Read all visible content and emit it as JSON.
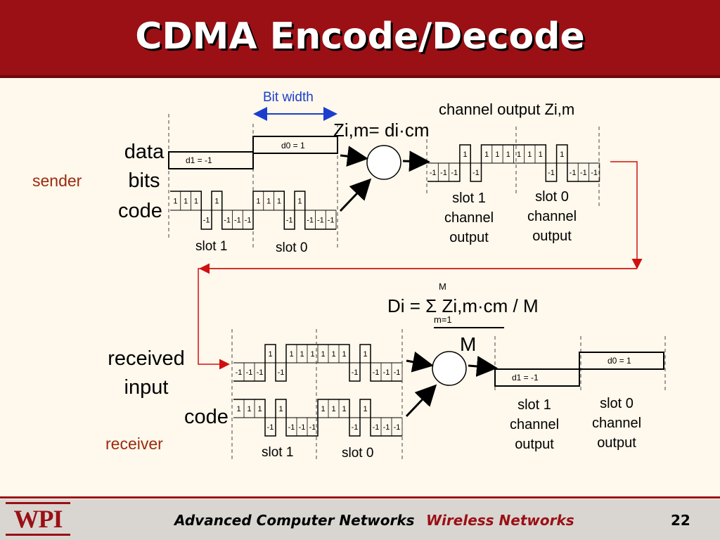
{
  "slide": {
    "title": "CDMA Encode/Decode",
    "page_number": "22"
  },
  "footer": {
    "logo": "WPI",
    "course": "Advanced Computer Networks",
    "topic": "Wireless Networks"
  },
  "sender": {
    "label": "sender",
    "data_bits_label": "data bits",
    "code_label": "code",
    "bit_width_label": "Bit width",
    "equation": "Zi,m= di·cm",
    "d0_label": "d0 = 1",
    "d1_label": "d1 = -1",
    "slot1_label": "slot 1",
    "slot0_label": "slot 0",
    "channel_output_title": "channel output Zi,m",
    "slot1_output_label": "slot 1 channel output",
    "slot0_output_label": "slot 0 channel output"
  },
  "receiver": {
    "label": "receiver",
    "received_input_label": "received input",
    "code_label": "code",
    "equation": "Di = Σ Zi,m·cm / M",
    "sum_upper": "M",
    "sum_lower": "m=1",
    "denominator": "M",
    "d0_label": "d0 = 1",
    "d1_label": "d1 = -1",
    "slot1_label": "slot 1",
    "slot0_label": "slot 0",
    "slot1_output_label": "slot 1 channel output",
    "slot0_output_label": "slot 0 channel output"
  },
  "signals": {
    "data_bits": [
      -1,
      1
    ],
    "code": [
      1,
      1,
      1,
      -1,
      1,
      -1,
      -1,
      -1
    ],
    "code_labels_high": "1",
    "code_labels_low": "-1",
    "channel_output": [
      -1,
      -1,
      -1,
      1,
      -1,
      1,
      1,
      1,
      1,
      1,
      1,
      -1,
      1,
      -1,
      -1,
      -1
    ],
    "received_input": [
      -1,
      -1,
      -1,
      1,
      -1,
      1,
      1,
      1,
      1,
      1,
      1,
      -1,
      1,
      -1,
      -1,
      -1
    ],
    "decoded_bits": [
      -1,
      1
    ]
  },
  "colors": {
    "header": "#9A1015",
    "connector_arrow": "#D01010",
    "bit_width_arrow": "#1A3FCC",
    "sender_text": "#9A2A10"
  }
}
